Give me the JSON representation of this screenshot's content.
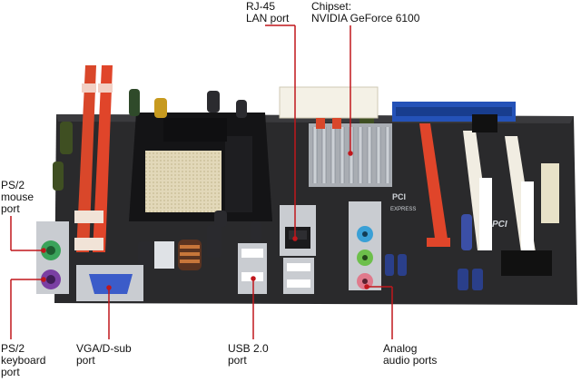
{
  "callouts": {
    "rj45": "RJ-45\nLAN port",
    "chipset": "Chipset:\nNVIDIA GeForce 6100",
    "ps2_mouse": "PS/2\nmouse\nport",
    "ps2_keyboard": "PS/2\nkeyboard\nport",
    "vga": "VGA/D-sub\nport",
    "usb": "USB 2.0\nport",
    "audio": "Analog\naudio ports"
  },
  "board": {
    "pci_express_marking": "PCI\nEXPRESS",
    "pci_marking": "PCI"
  },
  "colors": {
    "pcb": "#2a2a2c",
    "dimm_slot": "#e0452a",
    "callout_line": "#c0171c",
    "pci_slot": "#f1ede2",
    "ide_connector": "#2452b8",
    "heatsink": "#b9bcc2",
    "ps2_mouse": "#3aa35a",
    "ps2_keyboard": "#7a3fa3",
    "vga": "#3b5cc9",
    "audio_line_in": "#3aa0d6",
    "audio_line_out": "#6dbf4b",
    "audio_mic": "#e07a8c"
  }
}
